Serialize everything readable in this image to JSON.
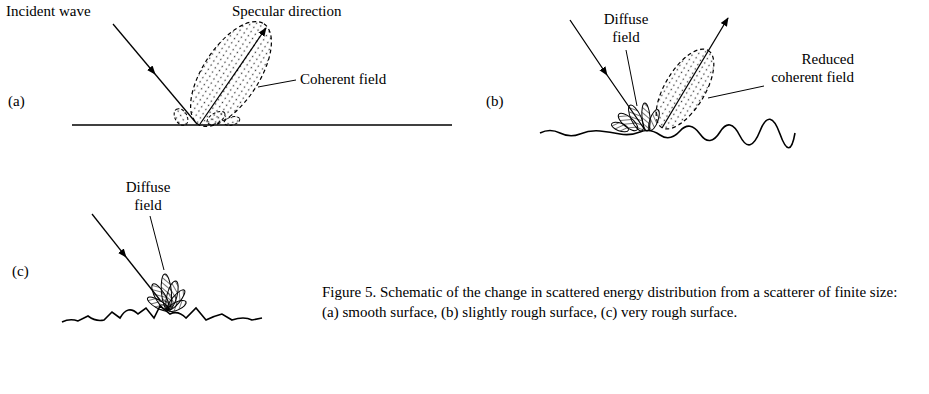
{
  "diagram": {
    "caption": "Figure 5. Schematic of the change in scattered energy distribution from a scatterer of finite size: (a) smooth surface, (b) slightly rough surface, (c) very rough surface.",
    "labels": [
      "Incident wave",
      "Specular direction",
      "Coherent field",
      "(a)",
      "Diffuse field",
      "Reduced coherent field",
      "(b)",
      "Diffuse field",
      "(c)"
    ]
  }
}
